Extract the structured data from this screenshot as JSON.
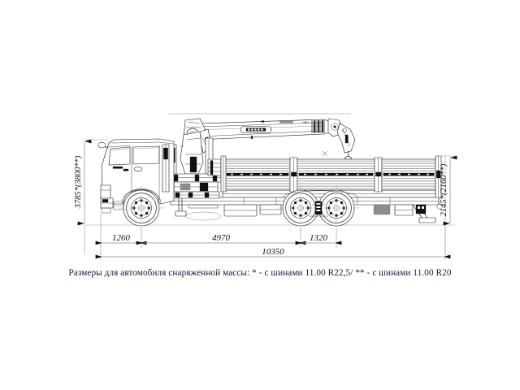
{
  "document": {
    "type": "technical-drawing",
    "subject": "KAMAZ flatbed truck with knuckle-boom crane, side elevation",
    "background_color": "#ffffff",
    "line_color": "#1a1a1a",
    "dimension_color": "#8a8a8a",
    "caption_color": "#16163a"
  },
  "caption": {
    "text": "Размеры для автомобиля снаряженной массы: * - с шинами 11.00 R22,5/ ** - с шинами 11.00 R20"
  },
  "dimensions": {
    "horizontal": [
      {
        "id": "front-overhang",
        "label": "1260",
        "unit": "mm"
      },
      {
        "id": "wheelbase",
        "label": "4970",
        "unit": "mm"
      },
      {
        "id": "rear-axle-spread",
        "label": "1320",
        "unit": "mm"
      },
      {
        "id": "overall-length",
        "label": "10350",
        "unit": "mm"
      }
    ],
    "vertical": [
      {
        "id": "overall-height",
        "label": "3785*(3800**)",
        "unit": "mm"
      },
      {
        "id": "platform-height",
        "label": "2145*(2160**)",
        "unit": "mm"
      }
    ]
  },
  "vehicle": {
    "components": [
      {
        "name": "cab",
        "label": "cab"
      },
      {
        "name": "crane",
        "label": "knuckle-boom crane"
      },
      {
        "name": "cargo-bed",
        "label": "flatbed platform"
      },
      {
        "name": "front-wheel",
        "label": "front wheel"
      },
      {
        "name": "rear-wheel-1",
        "label": "rear wheel 1"
      },
      {
        "name": "rear-wheel-2",
        "label": "rear wheel 2"
      },
      {
        "name": "outrigger",
        "label": "outrigger"
      },
      {
        "name": "hook",
        "label": "crane hook"
      }
    ]
  }
}
